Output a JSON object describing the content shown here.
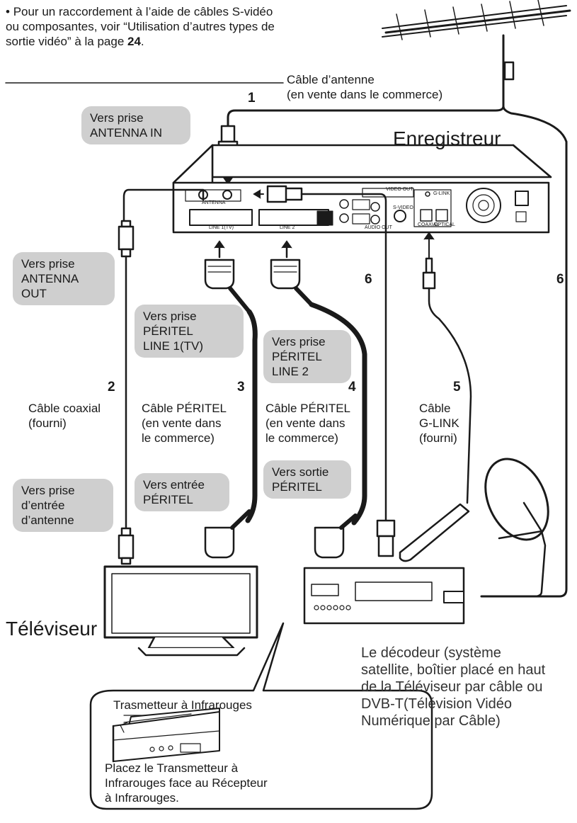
{
  "note": {
    "bullet": "•",
    "text": "Pour un raccordement à l’aide de câbles S-vidéo ou composantes, voir “Utilisation d’autres types de sortie vidéo” à la page ",
    "page": "24",
    "end": "."
  },
  "labels": {
    "recorder": "Enregistreur",
    "tv": "Téléviseur",
    "decoder": "Le décodeur  (système\nsatellite, boîtier placé en haut\nde la Téléviseur par câble ou\nDVB-T(Télévision Vidéo\nNumérique par Câble)",
    "ir_title": "Trasmetteur à Infrarouges",
    "ir_text": "Placez le Transmetteur à\nInfrarouges face au Récepteur\nà Infrarouges."
  },
  "cables": [
    {
      "num": "1",
      "label": "Câble d’antenne\n(en vente dans le commerce)"
    },
    {
      "num": "2",
      "label": "Câble coaxial\n(fourni)"
    },
    {
      "num": "3",
      "label": "Câble PÉRITEL\n(en vente dans\nle commerce)"
    },
    {
      "num": "4",
      "label": "Câble PÉRITEL\n(en vente dans\nle commerce)"
    },
    {
      "num": "5",
      "label": "Câble\nG-LINK\n(fourni)"
    },
    {
      "num": "6"
    },
    {
      "num": "6"
    }
  ],
  "callouts": {
    "antenna_in": "Vers prise\nANTENNA IN",
    "antenna_out": "Vers prise\nANTENNA\nOUT",
    "peritel1": "Vers prise\nPÉRITEL\nLINE 1(TV)",
    "peritel2": "Vers prise\nPÉRITEL\nLINE 2",
    "antenne_entree": "Vers prise\nd’entrée\nd’antenne",
    "peritel_entree": "Vers entrée\nPÉRITEL",
    "peritel_sortie": "Vers sortie\nPÉRITEL"
  },
  "panel": {
    "antenna": "ANTENNA",
    "video_out": "VIDEO OUT",
    "s_video": "S-VIDEO",
    "audio_out": "AUDIO OUT",
    "coaxial": "COAXIAL",
    "optical": "OPTICAL",
    "g_link": "G-LINK",
    "line1": "LINE 1(TV)",
    "line2": "LINE 2"
  }
}
